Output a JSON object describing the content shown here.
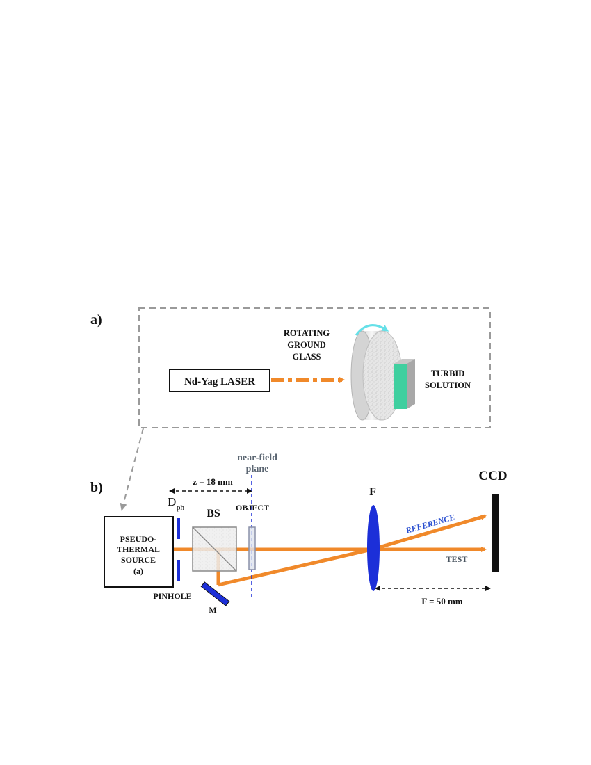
{
  "panel_a": {
    "label": "a)",
    "laser_label": "Nd-Yag LASER",
    "glass_label": [
      "ROTATING",
      "GROUND",
      "GLASS"
    ],
    "turbid_label": [
      "TURBID",
      "SOLUTION"
    ]
  },
  "panel_b": {
    "label": "b)",
    "source_label": [
      "PSEUDO-",
      "THERMAL",
      "SOURCE",
      "(a)"
    ],
    "pinhole_symbol": "D",
    "pinhole_subscript": "ph",
    "pinhole_label": "PINHOLE",
    "distance_label": "z = 18 mm",
    "near_field_label": [
      "near-field",
      "plane"
    ],
    "beamsplitter_label": "BS",
    "object_label": "OBJECT",
    "mirror_label": "M",
    "lens_label": "F",
    "reference_label": "REFERENCE",
    "test_label": "TEST",
    "ccd_label": "CCD",
    "focal_label": "F = 50 mm"
  },
  "colors": {
    "beam": "#f0892a",
    "blue": "#1c2fd8",
    "near_field_text": "#5b6672",
    "reference_text": "#2a4fd0",
    "frame": "#9a9a9a",
    "turbid": "#3fcf9f",
    "rotation_arrow": "#66e0e8"
  }
}
